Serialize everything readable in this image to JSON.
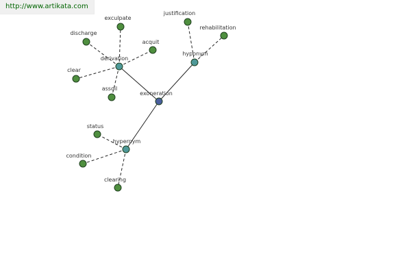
{
  "site": {
    "url_text": "http://www.artikata.com"
  },
  "colors": {
    "root_node": "#4a5f9e",
    "hub_node": "#4f9999",
    "leaf_node": "#4f8f3f",
    "node_stroke": "#1f3f1f",
    "edge": "#222222",
    "label": "#333333",
    "banner_text": "#006400"
  },
  "graph": {
    "root": {
      "id": "exoneration",
      "label": "exoneration"
    },
    "hubs": [
      {
        "id": "derivation",
        "label": "derivation",
        "leaves": [
          {
            "id": "exculpate",
            "label": "exculpate"
          },
          {
            "id": "discharge",
            "label": "discharge"
          },
          {
            "id": "acquit",
            "label": "acquit"
          },
          {
            "id": "clear",
            "label": "clear"
          },
          {
            "id": "assoil",
            "label": "assoil"
          }
        ]
      },
      {
        "id": "hyponym",
        "label": "hyponym",
        "leaves": [
          {
            "id": "justification",
            "label": "justification"
          },
          {
            "id": "rehabilitation",
            "label": "rehabilitation"
          }
        ]
      },
      {
        "id": "hypernym",
        "label": "hypernym",
        "leaves": [
          {
            "id": "status",
            "label": "status"
          },
          {
            "id": "condition",
            "label": "condition"
          },
          {
            "id": "clearing",
            "label": "clearing"
          }
        ]
      }
    ]
  }
}
